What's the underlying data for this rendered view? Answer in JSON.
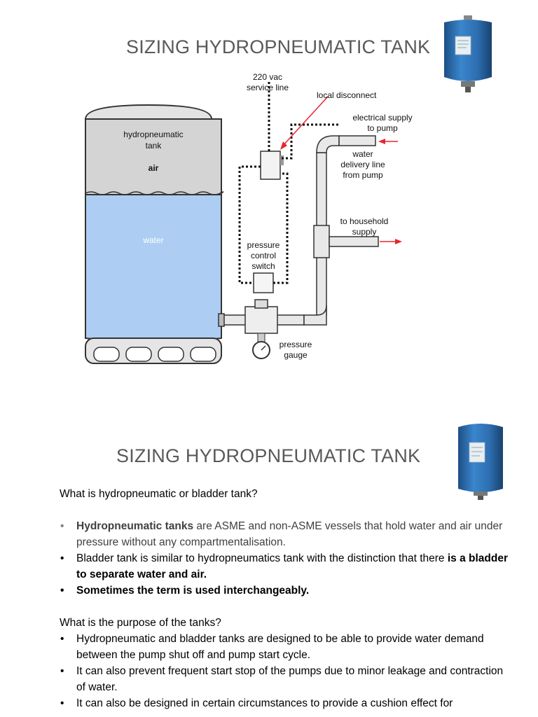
{
  "slide1": {
    "title": "SIZING HYDROPNEUMATIC TANK",
    "diagram": {
      "tank_label": [
        "hydropneumatic",
        "tank"
      ],
      "air": "air",
      "water": "water",
      "vac": [
        "220 vac",
        "service line"
      ],
      "local_disconnect": "local disconnect",
      "electrical_supply": [
        "electrical supply",
        "to pump"
      ],
      "delivery": [
        "water",
        "delivery line",
        "from pump"
      ],
      "household": [
        "to household",
        "supply"
      ],
      "pressure_switch": [
        "pressure",
        "control",
        "switch"
      ],
      "pressure_gauge": [
        "pressure",
        "gauge"
      ]
    }
  },
  "slide2": {
    "title": "SIZING HYDROPNEUMATIC TANK",
    "q1": "What is hydropneumatic or bladder tank?",
    "b1_bold": "Hydropneumatic tanks",
    "b1_rest": " are ASME and non-ASME vessels that hold water and air under pressure without any compartmentalisation.",
    "b2_normal": "Bladder tank is similar to hydropneumatics tank with the distinction that there ",
    "b2_bold": "is a bladder to separate water and air.",
    "b3": "Sometimes the term is used interchangeably.",
    "q2": "What is the purpose of the tanks?",
    "p1": "Hydropneumatic and bladder tanks are designed to be able to provide water demand between the pump shut off and pump start cycle.",
    "p2": "It can also prevent frequent start stop of the pumps due to minor leakage and contraction of water.",
    "p3": "It can also be designed in certain circumstances to provide a cushion effect for"
  },
  "colors": {
    "tank_blue": "#2f6fb0",
    "water_blue": "#aecdf2",
    "tank_grey": "#d8d8d8",
    "arrow_red": "#e8262c",
    "title_grey": "#595959"
  }
}
